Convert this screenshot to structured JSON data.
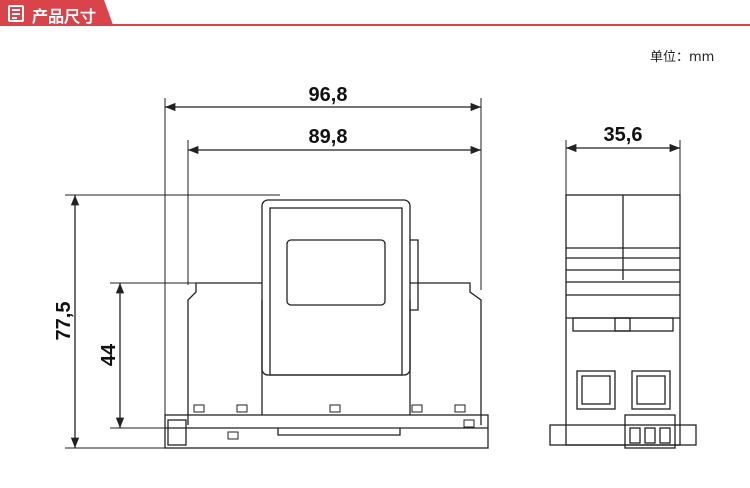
{
  "header": {
    "title": "产品尺寸",
    "icon": "document-icon",
    "accent": "#d9434a"
  },
  "unit_label": "单位：mm",
  "dimensions": {
    "overall_width": "96,8",
    "body_width": "89,8",
    "overall_height": "77,5",
    "body_height": "44",
    "side_width": "35,6"
  }
}
